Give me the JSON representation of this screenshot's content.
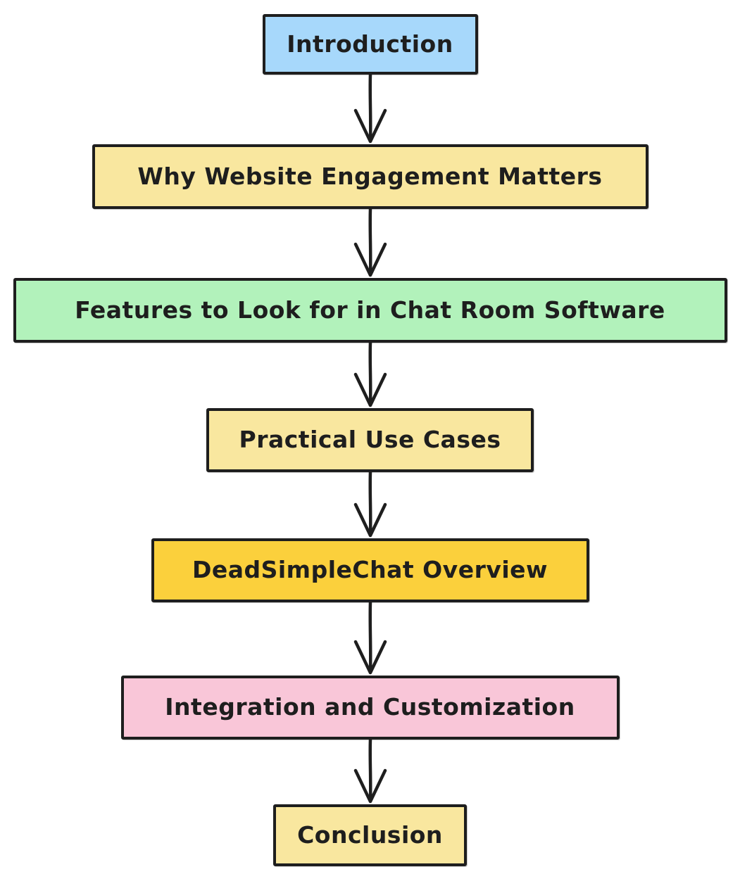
{
  "diagram": {
    "type": "flowchart",
    "direction": "top-down",
    "background": "#ffffff",
    "stroke_color": "#1e1e1e",
    "text_color": "#1e1e1e",
    "nodes": [
      {
        "id": "introduction",
        "label": "Introduction",
        "fill": "#a7d8fb"
      },
      {
        "id": "why-website-engagement-matters",
        "label": "Why Website Engagement Matters",
        "fill": "#f9e79f"
      },
      {
        "id": "features-to-look-for",
        "label": "Features to Look for in Chat Room Software",
        "fill": "#b2f2bb"
      },
      {
        "id": "practical-use-cases",
        "label": "Practical Use Cases",
        "fill": "#f9e79f"
      },
      {
        "id": "deadsimplechat-overview",
        "label": "DeadSimpleChat Overview",
        "fill": "#fbd03c"
      },
      {
        "id": "integration-and-customization",
        "label": "Integration and Customization",
        "fill": "#f9c6d8"
      },
      {
        "id": "conclusion",
        "label": "Conclusion",
        "fill": "#f9e79f"
      }
    ],
    "edges": [
      {
        "from": "introduction",
        "to": "why-website-engagement-matters"
      },
      {
        "from": "why-website-engagement-matters",
        "to": "features-to-look-for"
      },
      {
        "from": "features-to-look-for",
        "to": "practical-use-cases"
      },
      {
        "from": "practical-use-cases",
        "to": "deadsimplechat-overview"
      },
      {
        "from": "deadsimplechat-overview",
        "to": "integration-and-customization"
      },
      {
        "from": "integration-and-customization",
        "to": "conclusion"
      }
    ]
  }
}
